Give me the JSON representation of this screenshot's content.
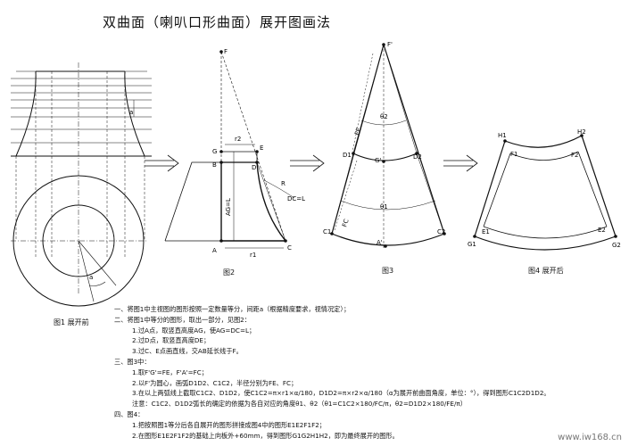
{
  "title": "双曲面（喇叭口形曲面）展开图画法",
  "figures": {
    "fig1_caption": "图1 展开前",
    "fig2_caption": "图2",
    "fig3_caption": "图3",
    "fig4_caption": "图4 展开后"
  },
  "labels": {
    "fig1_a": "a",
    "fig1_a2": "a",
    "fig2_F": "F",
    "fig2_G": "G",
    "fig2_E": "E",
    "fig2_B": "B",
    "fig2_D": "D",
    "fig2_A": "A",
    "fig2_C": "C",
    "fig2_r2": "r2",
    "fig2_r1": "r1",
    "fig2_AG": "AG=L",
    "fig2_R": "R",
    "fig2_DC": "DC=L",
    "fig3_F": "F'",
    "fig3_FE": "FE",
    "fig3_FC": "FC",
    "fig3_theta2": "θ2",
    "fig3_theta1": "θ1",
    "fig3_G": "G'",
    "fig3_A": "A'",
    "fig3_D1": "D1",
    "fig3_D2": "D2",
    "fig3_C1": "C1",
    "fig3_C2": "C2",
    "fig4_H1": "H1",
    "fig4_H2": "H2",
    "fig4_F1": "F1",
    "fig4_F2": "F2",
    "fig4_E1": "E1",
    "fig4_E2": "E2",
    "fig4_G1": "G1",
    "fig4_G2": "G2"
  },
  "notes": [
    "一、将图1中主视图的图形按照一定数量等分，间距a（根据精度要求，视情况定）；",
    "二、将图1中等分的图形，取出一部分，见图2：",
    "1.过A点，取竖直高度AG，使AG=DC=L；",
    "2.过D点，取竖直高度DE；",
    "3.过C、E点画直线，交AB延长线于F。",
    "三、图3中：",
    "1.取F'G'=FE，F'A'=FC；",
    "2.以F'为圆心，画弧D1D2、C1C2，半径分别为FE、FC；",
    "3.在以上两弧线上截取C1C2、D1D2，使C1C2=π×r1×α/180，D1D2=π×r2×α/180（α为展开前曲面角度，单位：°），得到图形C1C2D1D2。",
    "注意：C1C2、D1D2弧长的确定的依据为各自对应的角度θ1、θ2（θ1=C1C2×180/FC/π，θ2=D1D2×180/FE/π）",
    "四、图4：",
    "1.把按照图1等分后各自展开的图形拼接成图4中的图形E1E2F1F2；",
    "2.在图形E1E2F1F2的基础上向板外+60mm，得到图形G1G2H1H2，即为最终展开的图形。"
  ],
  "watermark": "www.iw168.cn"
}
